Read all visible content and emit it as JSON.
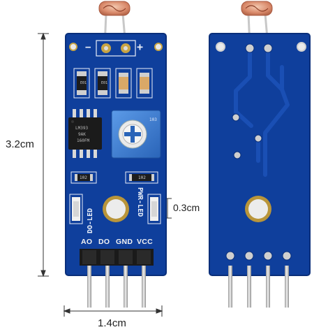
{
  "dimensions": {
    "height": "3.2cm",
    "width": "1.4cm",
    "hole": "0.3cm"
  },
  "front_board": {
    "polarity_minus": "−",
    "polarity_plus": "+",
    "pins": [
      "AO",
      "DO",
      "GND",
      "VCC"
    ],
    "led_labels": [
      "DO-LED",
      "PWR-LED"
    ],
    "resistors": [
      "102",
      "102"
    ],
    "smd_codes": [
      "E01",
      "E01"
    ],
    "chip_marking": [
      "LM393",
      "9AK",
      "160FM"
    ],
    "pot_marking": "103"
  },
  "colors": {
    "pcb": "#0f3f9c",
    "pcb_dark": "#0a2f7a",
    "pot": "#3b7fd6",
    "gold": "#c9a544",
    "silver": "#cfcfcf"
  }
}
